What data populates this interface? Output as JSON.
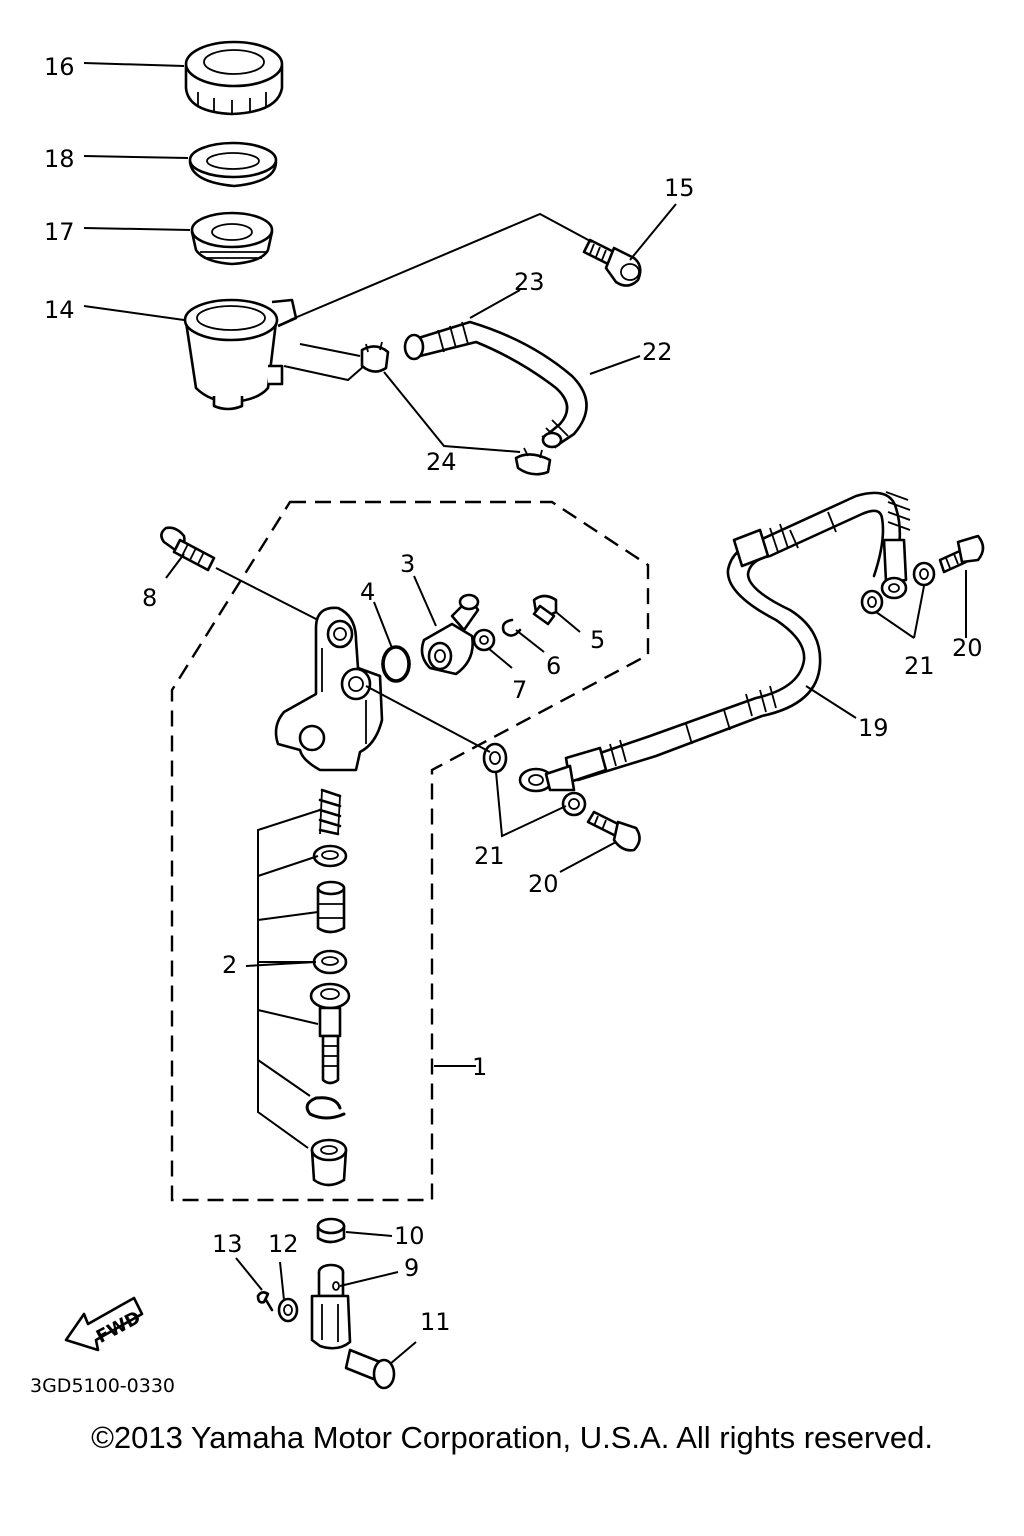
{
  "callouts": {
    "c1": "1",
    "c2": "2",
    "c3": "3",
    "c4": "4",
    "c5": "5",
    "c6": "6",
    "c7": "7",
    "c8": "8",
    "c9": "9",
    "c10": "10",
    "c11": "11",
    "c12": "12",
    "c13": "13",
    "c14": "14",
    "c15": "15",
    "c16": "16",
    "c17": "17",
    "c18": "18",
    "c19": "19",
    "c20a": "20",
    "c20b": "20",
    "c21a": "21",
    "c21b": "21",
    "c22": "22",
    "c23": "23",
    "c24": "24"
  },
  "fwd_label": "FWD",
  "diagram_code": "3GD5100-0330",
  "copyright": "©2013 Yamaha Motor Corporation, U.S.A. All rights reserved."
}
